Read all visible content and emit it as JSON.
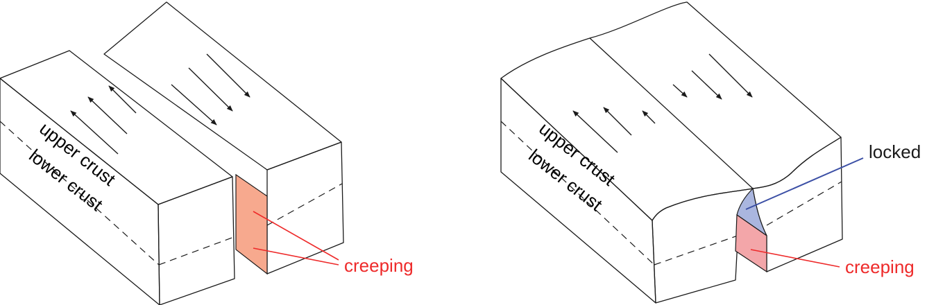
{
  "left_diagram": {
    "upper_label": "upper crust",
    "lower_label": "lower crust",
    "creep_label": "creeping",
    "creep_color": "#ee2a2a",
    "creep_fill": "#f7a98e"
  },
  "right_diagram": {
    "upper_label": "upper crust",
    "lower_label": "lower crust",
    "locked_label": "locked",
    "locked_color": "#3b4fa5",
    "locked_fill": "#aab6df",
    "creep_label": "creeping",
    "creep_color": "#ee2a2a",
    "creep_fill": "#f3a6a9"
  }
}
